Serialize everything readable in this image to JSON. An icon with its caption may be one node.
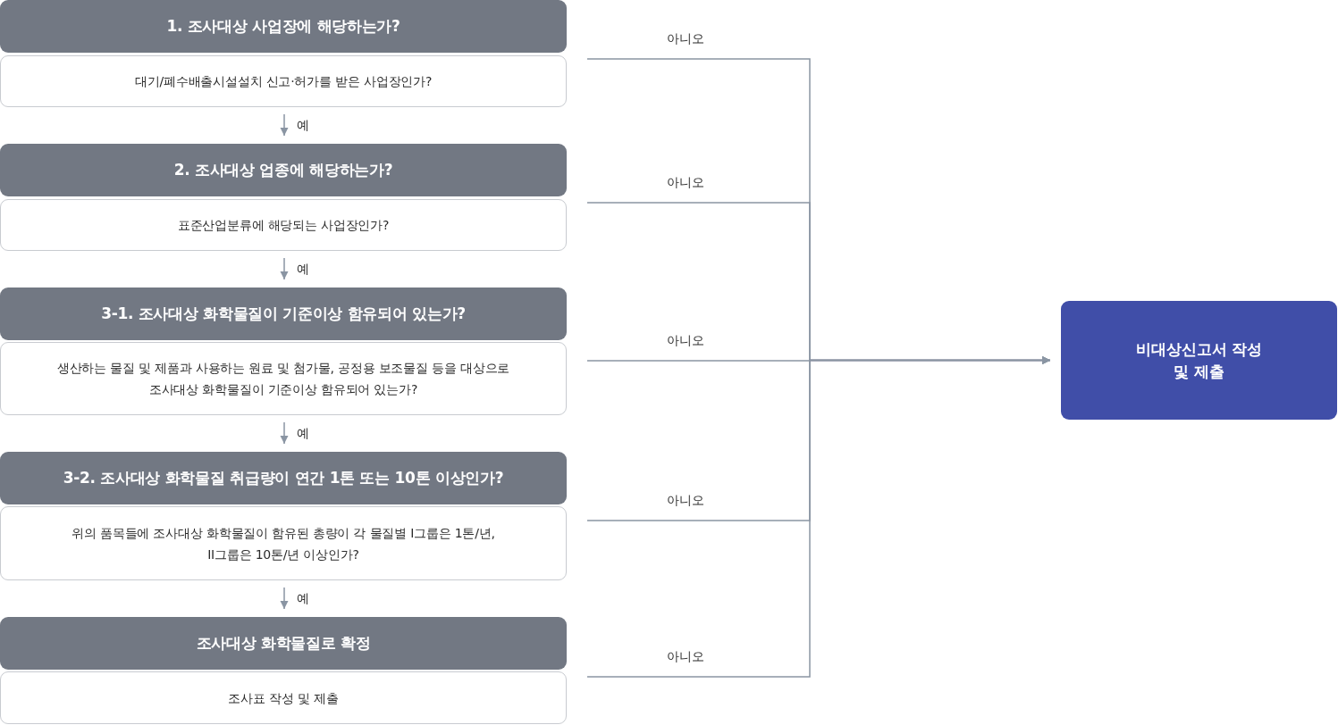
{
  "diagram": {
    "nodes": [
      {
        "text": [
          "1. 조사대상 사업장에 해당하는가?"
        ]
      },
      {
        "text": [
          "대기/폐수배출시설설치 신고·허가를 받은 사업장인가?"
        ]
      },
      {
        "text": [
          "2. 조사대상 업종에 해당하는가?"
        ]
      },
      {
        "text": [
          "표준산업분류에 해당되는 사업장인가?"
        ]
      },
      {
        "text": [
          "3-1. 조사대상 화학물질이 기준이상 함유되어 있는가?"
        ]
      },
      {
        "text": [
          "생산하는 물질 및 제품과 사용하는 원료 및 첨가물, 공정용 보조물질 등을 대상으로 조사대상 화학물질이 기준이상 함유되어 있는가?"
        ]
      },
      {
        "text": [
          "3-2. 조사대상 화학물질 취급량이 연간 1톤 또는 10톤 이상인가?"
        ]
      },
      {
        "text": [
          "위의 품목들에 조사대상 화학물질이 함유된 총량이 각 물질별 I그룹은 1톤/년, II그룹은 10톤/년 이상인가?"
        ]
      },
      {
        "text": [
          "조사대상 화학물질로 확정"
        ]
      },
      {
        "text": [
          "조사표 작성 및 제출"
        ]
      },
      {
        "text": [
          "비대상신고서 작성 및 제출"
        ]
      }
    ],
    "edges": [
      {
        "from": 1,
        "to": 10,
        "arrow": "to",
        "label": "아니오"
      },
      {
        "from": 1,
        "to": 2,
        "arrow": "to",
        "label": "예"
      },
      {
        "from": 3,
        "to": 10,
        "arrow": "to",
        "label": "아니오"
      },
      {
        "from": 3,
        "to": 4,
        "arrow": "to",
        "label": "예"
      },
      {
        "from": 5,
        "to": 10,
        "arrow": "to",
        "label": "아니오"
      },
      {
        "from": 5,
        "to": 6,
        "arrow": "to",
        "label": "예"
      },
      {
        "from": 7,
        "to": 10,
        "arrow": "to",
        "label": "아니오"
      },
      {
        "from": 7,
        "to": 8,
        "arrow": "to",
        "label": "예"
      },
      {
        "from": 9,
        "to": 10,
        "arrow": "to",
        "label": "아니오"
      }
    ]
  }
}
